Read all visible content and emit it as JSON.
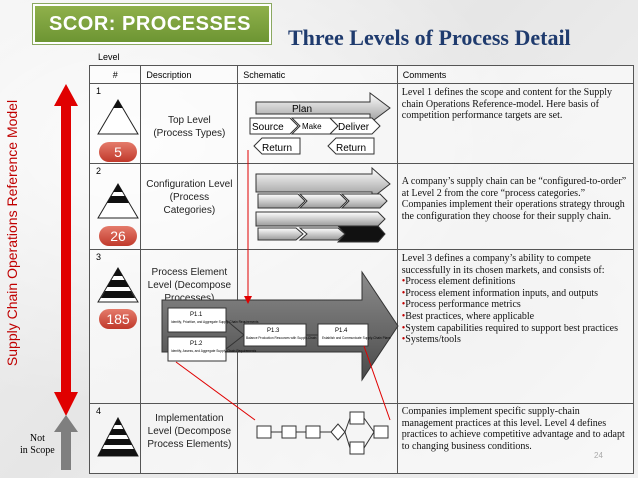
{
  "banner": "SCOR: PROCESSES",
  "title": "Three Levels of Process Detail",
  "level_caption": "Level",
  "side_label": "Supply Chain Operations Reference Model",
  "not_in_scope": [
    "Not",
    "in Scope"
  ],
  "headers": {
    "num": "#",
    "desc": "Description",
    "schematic": "Schematic",
    "comments": "Comments"
  },
  "levels": [
    {
      "num": "1",
      "badge": "5",
      "desc": [
        "Top Level",
        "(Process Types)"
      ],
      "comment": "Level 1 defines the scope and content for the Supply chain Operations Reference-model. Here basis of competition performance targets are set."
    },
    {
      "num": "2",
      "badge": "26",
      "desc": [
        "Configuration Level",
        "(Process",
        "Categories)"
      ],
      "comment": "A company’s supply chain can be “configured-to-order” at Level 2 from the core “process categories.” Companies implement their operations strategy through the configuration they choose for their supply chain."
    },
    {
      "num": "3",
      "badge": "185",
      "desc": [
        "Process Element",
        "Level (Decompose",
        "Processes)"
      ],
      "comment_intro": "Level 3 defines a company’s ability to compete successfully in its chosen markets, and consists of:",
      "bullets": [
        "Process element definitions",
        "Process element information inputs, and outputs",
        "Process performance metrics",
        "Best practices, where applicable",
        "System capabilities required to support best practices",
        "Systems/tools"
      ]
    },
    {
      "num": "4",
      "desc": [
        "Implementation",
        "Level (Decompose",
        "Process Elements)"
      ],
      "comment": "Companies implement specific supply-chain management practices at this level. Level 4 defines practices to achieve competitive advantage and to adapt to changing business conditions."
    }
  ],
  "schematic_l1": {
    "plan": "Plan",
    "source": "Source",
    "make": "Make",
    "deliver": "Deliver",
    "return_left": "Return",
    "return_right": "Return"
  },
  "schematic_l3": {
    "p11": "P1.1",
    "p11_sub": "Identify, Prioritize, and Aggregate Supply-Chain Requirements",
    "p12": "P1.2",
    "p12_sub": "Identify, Assess, and Aggregate Supply-Chain Requirements",
    "p13": "P1.3",
    "p13_sub": "Balance Production Resources with Supply-Chain Requirements",
    "p14": "P1.4",
    "p14_sub": "Establish and Communicate Supply-Chain Plans"
  },
  "page_number": "24",
  "colors": {
    "banner": "#7a9f3c",
    "title": "#1f3b6e",
    "arrow": "#e00000",
    "accent": "#c00000"
  }
}
